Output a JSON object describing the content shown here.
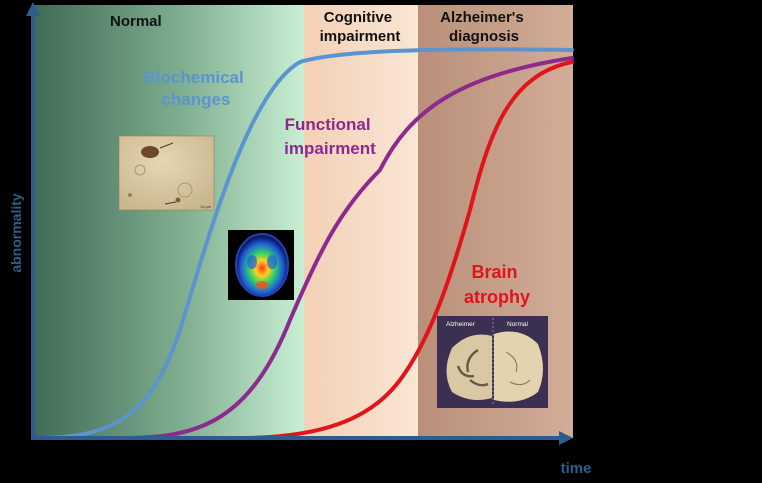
{
  "stages": [
    {
      "label_lines": [
        "Normal"
      ],
      "color": "#3f6a55"
    },
    {
      "label_lines": [
        "Cognitive",
        "impairment"
      ],
      "color": "#f6d9c2"
    },
    {
      "label_lines": [
        "Alzheimer's",
        "diagnosis"
      ],
      "color": "#c59c85"
    }
  ],
  "curves": [
    {
      "label_lines": [
        "Biochemical",
        "changes"
      ],
      "color": "#5b94cf"
    },
    {
      "label_lines": [
        "Functional",
        "impairment"
      ],
      "color": "#8d2a8e"
    },
    {
      "label_lines": [
        "Brain",
        "atrophy"
      ],
      "color": "#e1141c"
    }
  ],
  "axes": {
    "y_label": "abnormality",
    "x_label": "time",
    "color": "#2f5b8f"
  },
  "images": {
    "brain_atrophy": {
      "left_label": "Alzheimer",
      "right_label": "Normal"
    },
    "histology": {
      "scale_label": "10 µm"
    }
  }
}
